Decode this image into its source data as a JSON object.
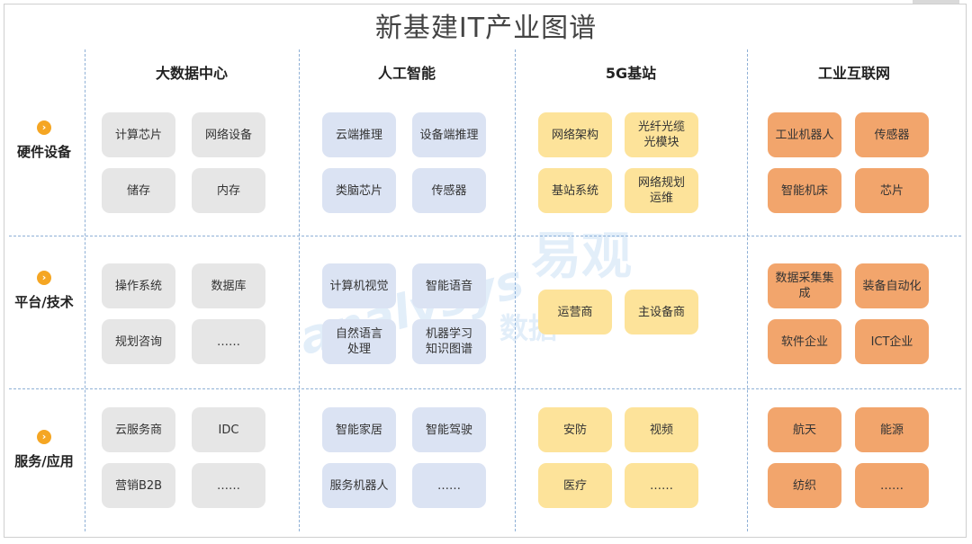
{
  "title": "新基建IT产业图谱",
  "columns": [
    {
      "label": "大数据中心",
      "color": "gray"
    },
    {
      "label": "人工智能",
      "color": "blue"
    },
    {
      "label": "5G基站",
      "color": "yellow"
    },
    {
      "label": "工业互联网",
      "color": "orange"
    }
  ],
  "rows": [
    {
      "label": "硬件设备",
      "marker": "›"
    },
    {
      "label": "平台/技术",
      "marker": "›"
    },
    {
      "label": "服务/应用",
      "marker": "›"
    }
  ],
  "cells": [
    [
      [
        "计算芯片",
        "网络设备",
        "储存",
        "内存"
      ],
      [
        "云端推理",
        "设备端推理",
        "类脑芯片",
        "传感器"
      ],
      [
        "网络架构",
        "光纤光缆\n光模块",
        "基站系统",
        "网络规划\n运维"
      ],
      [
        "工业机器人",
        "传感器",
        "智能机床",
        "芯片"
      ]
    ],
    [
      [
        "操作系统",
        "数据库",
        "规划咨询",
        "……"
      ],
      [
        "计算机视觉",
        "智能语音",
        "自然语言\n处理",
        "机器学习\n知识图谱"
      ],
      [
        "运营商",
        "主设备商"
      ],
      [
        "数据采集集成",
        "装备自动化",
        "软件企业",
        "ICT企业"
      ]
    ],
    [
      [
        "云服务商",
        "IDC",
        "营销B2B",
        "……"
      ],
      [
        "智能家居",
        "智能驾驶",
        "服务机器人",
        "……"
      ],
      [
        "安防",
        "视频",
        "医疗",
        "……"
      ],
      [
        "航天",
        "能源",
        "纺织",
        "……"
      ]
    ]
  ],
  "watermark": {
    "text_cn": "易观",
    "text_latin": "analysys",
    "text_sub": "数据"
  },
  "colors": {
    "gray": "#e6e6e6",
    "blue": "#dbe3f3",
    "yellow": "#fde39a",
    "orange": "#f2a56c",
    "marker": "#f5a623",
    "divider": "#8fb0d6"
  }
}
